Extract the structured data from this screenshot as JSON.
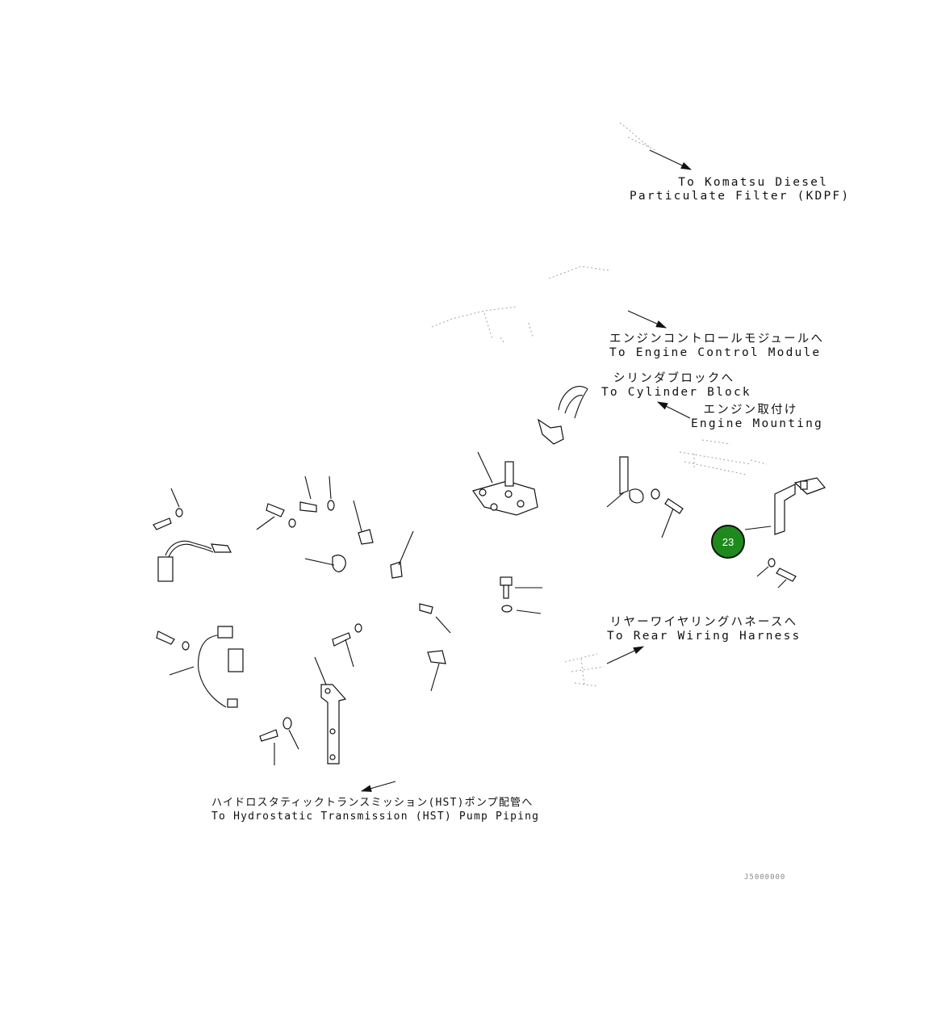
{
  "labels": {
    "dpf": {
      "line1": "To Komatsu Diesel",
      "line2": "Particulate Filter (KDPF)"
    },
    "ecm": {
      "line1": "エンジンコントロールモジュールへ",
      "line2": "To Engine Control Module"
    },
    "cylinder": {
      "line1": "シリンダブロックへ",
      "line2": "To Cylinder Block"
    },
    "mounting": {
      "line1": "エンジン取付け",
      "line2": "Engine Mounting"
    },
    "rear_harness": {
      "line1": "リヤーワイヤリングハネースへ",
      "line2": "To Rear Wiring Harness"
    },
    "hst": {
      "line1": "ハイドロスタティックトランスミッション(HST)ポンプ配管へ",
      "line2": "To Hydrostatic Transmission (HST) Pump Piping"
    }
  },
  "callout": {
    "number": "23",
    "color": "#1e8a1e"
  },
  "figure_ref": "J5000000"
}
